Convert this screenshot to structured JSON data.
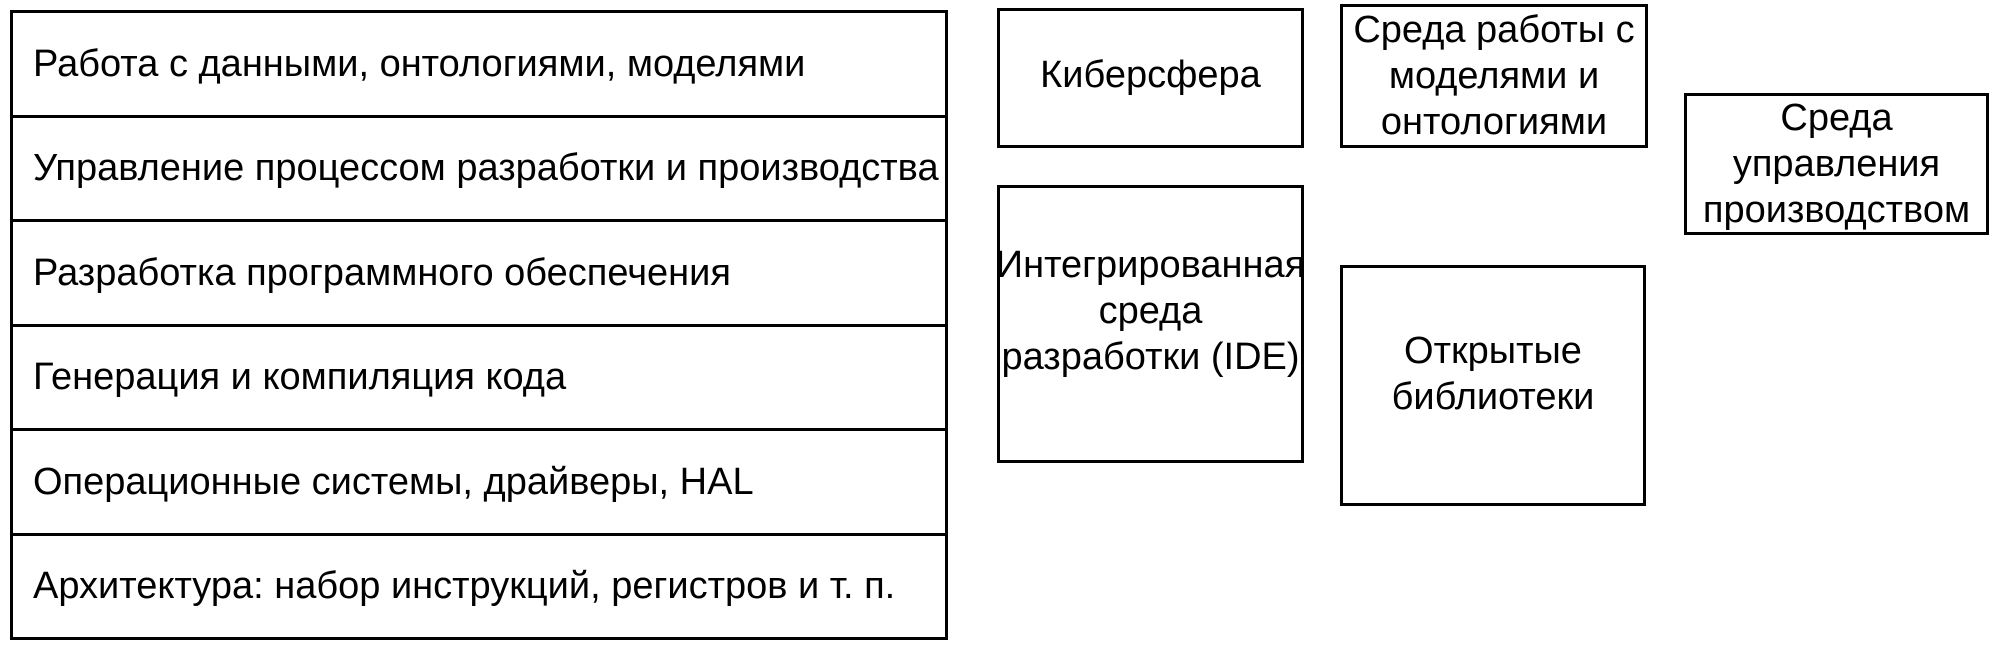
{
  "page": {
    "background_color": "#ffffff",
    "line_color": "#000000"
  },
  "left_table": {
    "rows": [
      "Работа с данными, онтологиями, моделями",
      "Управление процессом разработки и производства",
      "Разработка программного обеспечения",
      "Генерация и компиляция кода",
      "Операционные системы, драйверы, HAL",
      "Архитектура: набор инструкций, регистров и т. п."
    ]
  },
  "boxes": {
    "cybersphere": {
      "label": "Киберсфера",
      "lines": [
        "Киберсфера"
      ]
    },
    "model_ontology_env": {
      "label": "Среда работы с моделями и онтологиями",
      "lines": [
        "Среда работы с",
        "моделями и",
        "онтологиями"
      ]
    },
    "production_management_env": {
      "label": "Среда управления производством",
      "lines": [
        "Среда",
        "управления",
        "производством"
      ]
    },
    "ide": {
      "label": "Интегрированная среда разработки (IDE)",
      "lines": [
        "Интегрированная",
        "среда",
        "разработки (IDE)"
      ]
    },
    "open_libraries": {
      "label": "Открытые библиотеки",
      "lines": [
        "Открытые",
        "библиотеки"
      ]
    }
  }
}
